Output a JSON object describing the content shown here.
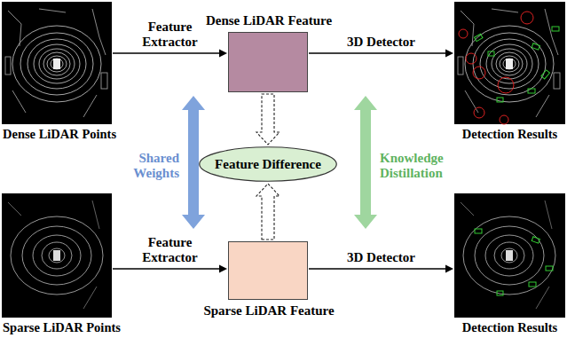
{
  "diagram": {
    "nodes": [
      {
        "text": [
          "Dense LiDAR Points"
        ]
      },
      {
        "text": [
          "Dense LiDAR Feature"
        ]
      },
      {
        "text": [
          "Detection Results"
        ]
      },
      {
        "text": [
          "Feature Difference"
        ]
      },
      {
        "text": [
          "Sparse LiDAR Points"
        ]
      },
      {
        "text": [
          "Sparse LiDAR Feature"
        ]
      },
      {
        "text": [
          "Detection Results"
        ]
      }
    ],
    "edges": [
      {
        "from": 0,
        "to": 1,
        "arrow": "to",
        "label": "Feature Extractor"
      },
      {
        "from": 1,
        "to": 2,
        "arrow": "to",
        "label": "3D Detector"
      },
      {
        "from": 1,
        "to": 3,
        "arrow": "to"
      },
      {
        "from": 5,
        "to": 3,
        "arrow": "to"
      },
      {
        "from": 4,
        "to": 5,
        "arrow": "to",
        "label": "Feature Extractor"
      },
      {
        "from": 5,
        "to": 6,
        "arrow": "to",
        "label": "3D Detector"
      }
    ],
    "labels": [
      "Shared Weights",
      "Knowledge Distillation"
    ]
  }
}
